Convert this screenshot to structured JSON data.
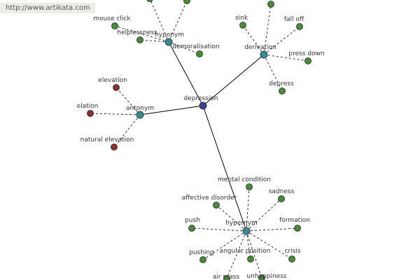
{
  "watermark": "http://www.artikata.com",
  "colors": {
    "center": "#3a3f8f",
    "relation": "#3a8a92",
    "term": "#4a8a3a",
    "antonym_term": "#8a3030",
    "edge": "#000000"
  },
  "center": {
    "label": "depression"
  },
  "relations": [
    {
      "id": "hyponym",
      "label": "hyponym",
      "terms": [
        {
          "label": "mouse click",
          "color": "green"
        },
        {
          "label": "helplessness",
          "color": "green"
        },
        {
          "label": "demoralisation",
          "color": "green"
        },
        {
          "label": "",
          "color": "green"
        },
        {
          "label": "",
          "color": "green"
        }
      ]
    },
    {
      "id": "derivation",
      "label": "derivation",
      "terms": [
        {
          "label": "sink",
          "color": "green"
        },
        {
          "label": "",
          "color": "green"
        },
        {
          "label": "fall off",
          "color": "green"
        },
        {
          "label": "press down",
          "color": "green"
        },
        {
          "label": "depress",
          "color": "green"
        }
      ]
    },
    {
      "id": "antonym",
      "label": "antonym",
      "terms": [
        {
          "label": "elevation",
          "color": "red"
        },
        {
          "label": "elation",
          "color": "red"
        },
        {
          "label": "natural elevation",
          "color": "red"
        }
      ]
    },
    {
      "id": "hypernym",
      "label": "hypernym",
      "terms": [
        {
          "label": "mental condition",
          "color": "green"
        },
        {
          "label": "sadness",
          "color": "green"
        },
        {
          "label": "affective disorder",
          "color": "green"
        },
        {
          "label": "push",
          "color": "green"
        },
        {
          "label": "formation",
          "color": "green"
        },
        {
          "label": "pushing",
          "color": "green"
        },
        {
          "label": "angular position",
          "color": "green"
        },
        {
          "label": "crisis",
          "color": "green"
        },
        {
          "label": "air mass",
          "color": "green"
        },
        {
          "label": "unhappiness",
          "color": "green"
        }
      ]
    }
  ]
}
